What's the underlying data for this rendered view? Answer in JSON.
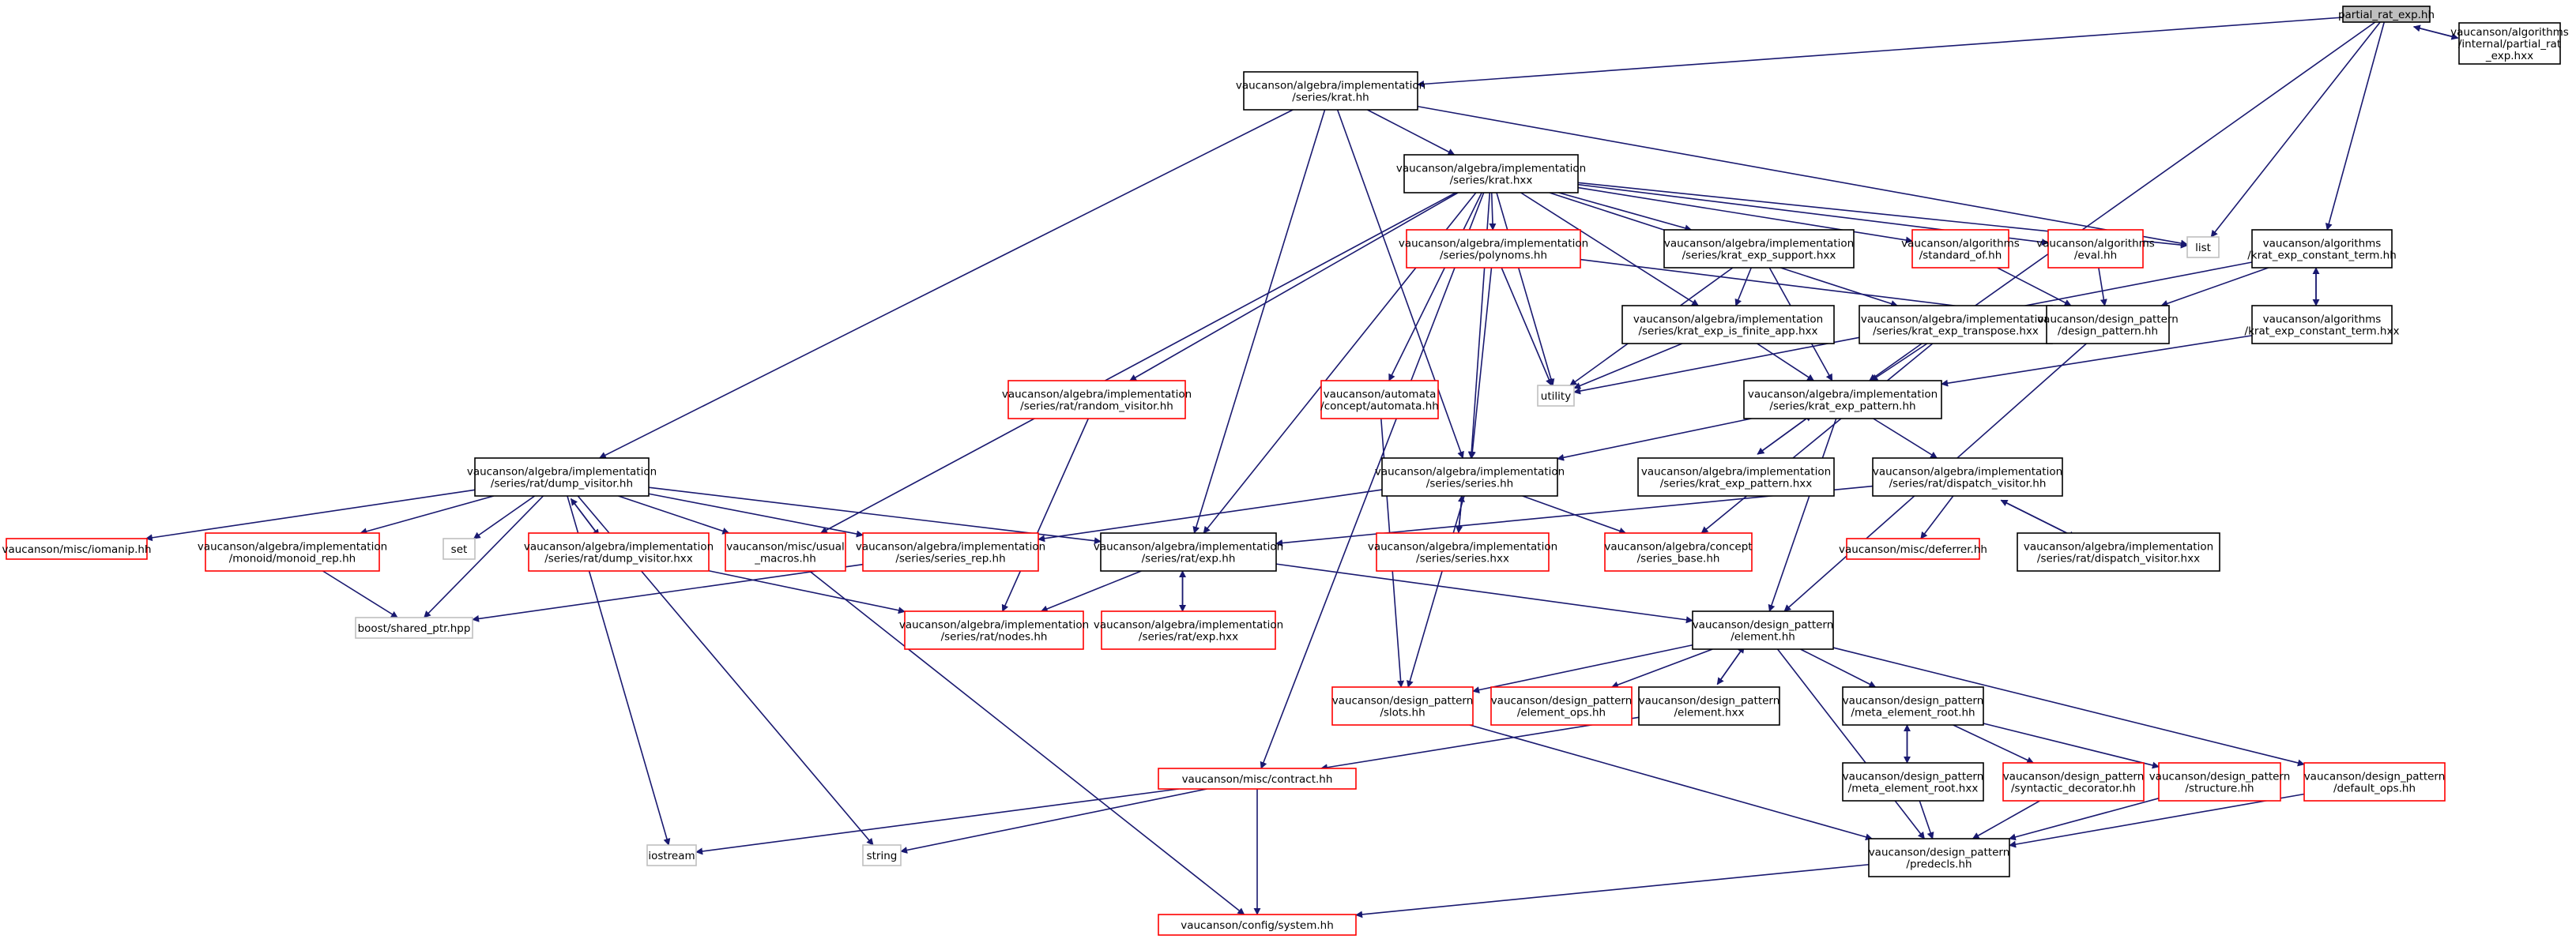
{
  "colors": {
    "edge": "#191970",
    "box_documented": "#000000",
    "box_undocumented": "#ff0000",
    "box_external": "#bfbfbf",
    "root_fill": "#bfbfbf"
  },
  "nodes": {
    "partial_rat_exp_hh": [
      "partial_rat_exp.hh"
    ],
    "internal_partial_rat_exp_hxx": [
      "vaucanson/algorithms",
      "/internal/partial_rat",
      "_exp.hxx"
    ],
    "krat_hh": [
      "vaucanson/algebra/implementation",
      "/series/krat.hh"
    ],
    "krat_hxx": [
      "vaucanson/algebra/implementation",
      "/series/krat.hxx"
    ],
    "list": [
      "list"
    ],
    "krat_exp_constant_term_hh": [
      "vaucanson/algorithms",
      "/krat_exp_constant_term.hh"
    ],
    "krat_exp_constant_term_hxx": [
      "vaucanson/algorithms",
      "/krat_exp_constant_term.hxx"
    ],
    "polynoms_hh": [
      "vaucanson/algebra/implementation",
      "/series/polynoms.hh"
    ],
    "krat_exp_support_hxx": [
      "vaucanson/algebra/implementation",
      "/series/krat_exp_support.hxx"
    ],
    "standard_of_hh": [
      "vaucanson/algorithms",
      "/standard_of.hh"
    ],
    "eval_hh": [
      "vaucanson/algorithms",
      "/eval.hh"
    ],
    "krat_exp_is_finite_app_hxx": [
      "vaucanson/algebra/implementation",
      "/series/krat_exp_is_finite_app.hxx"
    ],
    "krat_exp_transpose_hxx": [
      "vaucanson/algebra/implementation",
      "/series/krat_exp_transpose.hxx"
    ],
    "design_pattern_hh": [
      "vaucanson/design_pattern",
      "/design_pattern.hh"
    ],
    "utility": [
      "utility"
    ],
    "krat_exp_pattern_hh": [
      "vaucanson/algebra/implementation",
      "/series/krat_exp_pattern.hh"
    ],
    "random_visitor_hh": [
      "vaucanson/algebra/implementation",
      "/series/rat/random_visitor.hh"
    ],
    "automata_hh": [
      "vaucanson/automata",
      "/concept/automata.hh"
    ],
    "series_hh": [
      "vaucanson/algebra/implementation",
      "/series/series.hh"
    ],
    "krat_exp_pattern_hxx": [
      "vaucanson/algebra/implementation",
      "/series/krat_exp_pattern.hxx"
    ],
    "dispatch_visitor_hh": [
      "vaucanson/algebra/implementation",
      "/series/rat/dispatch_visitor.hh"
    ],
    "dump_visitor_hh": [
      "vaucanson/algebra/implementation",
      "/series/rat/dump_visitor.hh"
    ],
    "iomanip_hh": [
      "vaucanson/misc/iomanip.hh"
    ],
    "monoid_rep_hh": [
      "vaucanson/algebra/implementation",
      "/monoid/monoid_rep.hh"
    ],
    "set": [
      "set"
    ],
    "dump_visitor_hxx": [
      "vaucanson/algebra/implementation",
      "/series/rat/dump_visitor.hxx"
    ],
    "usual_macros_hh": [
      "vaucanson/misc/usual",
      "_macros.hh"
    ],
    "series_rep_hh": [
      "vaucanson/algebra/implementation",
      "/series/series_rep.hh"
    ],
    "exp_hh": [
      "vaucanson/algebra/implementation",
      "/series/rat/exp.hh"
    ],
    "series_hxx": [
      "vaucanson/algebra/implementation",
      "/series/series.hxx"
    ],
    "series_base_hh": [
      "vaucanson/algebra/concept",
      "/series_base.hh"
    ],
    "deferrer_hh": [
      "vaucanson/misc/deferrer.hh"
    ],
    "dispatch_visitor_hxx": [
      "vaucanson/algebra/implementation",
      "/series/rat/dispatch_visitor.hxx"
    ],
    "shared_ptr_hpp": [
      "boost/shared_ptr.hpp"
    ],
    "nodes_hh": [
      "vaucanson/algebra/implementation",
      "/series/rat/nodes.hh"
    ],
    "exp_hxx": [
      "vaucanson/algebra/implementation",
      "/series/rat/exp.hxx"
    ],
    "element_hh": [
      "vaucanson/design_pattern",
      "/element.hh"
    ],
    "slots_hh": [
      "vaucanson/design_pattern",
      "/slots.hh"
    ],
    "element_ops_hh": [
      "vaucanson/design_pattern",
      "/element_ops.hh"
    ],
    "element_hxx": [
      "vaucanson/design_pattern",
      "/element.hxx"
    ],
    "meta_element_root_hh": [
      "vaucanson/design_pattern",
      "/meta_element_root.hh"
    ],
    "meta_element_root_hxx": [
      "vaucanson/design_pattern",
      "/meta_element_root.hxx"
    ],
    "syntactic_decorator_hh": [
      "vaucanson/design_pattern",
      "/syntactic_decorator.hh"
    ],
    "structure_hh": [
      "vaucanson/design_pattern",
      "/structure.hh"
    ],
    "default_ops_hh": [
      "vaucanson/design_pattern",
      "/default_ops.hh"
    ],
    "contract_hh": [
      "vaucanson/misc/contract.hh"
    ],
    "iostream": [
      "iostream"
    ],
    "string": [
      "string"
    ],
    "predecls_hh": [
      "vaucanson/design_pattern",
      "/predecls.hh"
    ],
    "system_hh": [
      "vaucanson/config/system.hh"
    ]
  }
}
